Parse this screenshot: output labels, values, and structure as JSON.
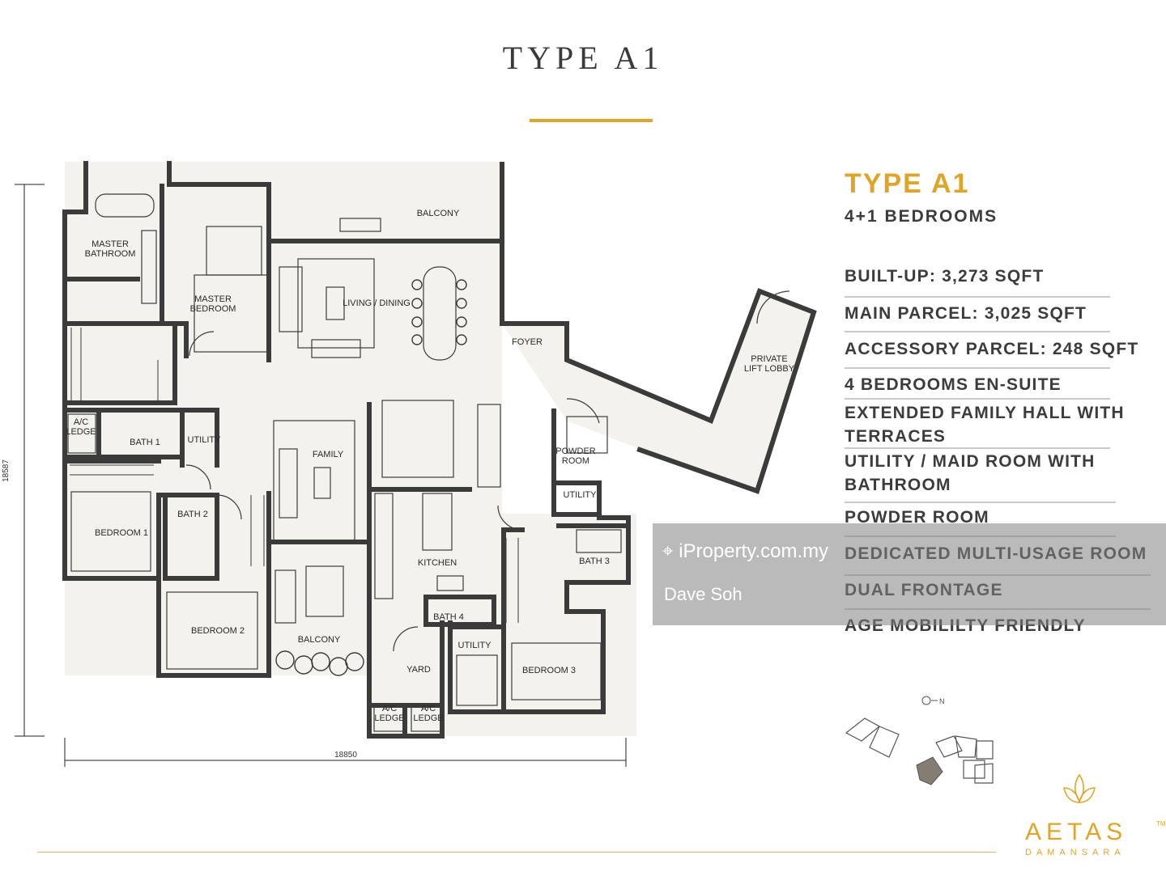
{
  "header": {
    "title": "TYPE A1"
  },
  "plan": {
    "rooms": {
      "master_bathroom": "MASTER\nBATHROOM",
      "master_bedroom": "MASTER\nBEDROOM",
      "balcony_top": "BALCONY",
      "living_dining": "LIVING / DINING",
      "foyer": "FOYER",
      "private_lift_lobby": "PRIVATE\nLIFT LOBBY",
      "ac_ledge_left": "A/C\nLEDGE",
      "bath1": "BATH 1",
      "utility_left": "UTILITY",
      "family": "FAMILY",
      "powder_room": "POWDER\nROOM",
      "utility_right": "UTILITY",
      "bedroom1": "BEDROOM 1",
      "bath2": "BATH 2",
      "kitchen": "KITCHEN",
      "bath3": "BATH 3",
      "bedroom2": "BEDROOM 2",
      "bath4": "BATH 4",
      "balcony_bottom": "BALCONY",
      "utility_bottom": "UTILITY",
      "yard": "YARD",
      "bedroom3": "BEDROOM 3",
      "ac_ledge_b1": "A/C\nLEDGE",
      "ac_ledge_b2": "A/C\nLEDGE"
    },
    "dim_vertical": "18587",
    "dim_horizontal": "18850"
  },
  "panel": {
    "title": "TYPE A1",
    "subtitle": "4+1 BEDROOMS",
    "features": [
      "BUILT-UP: 3,273 SQFT",
      "MAIN PARCEL: 3,025 SQFT",
      "ACCESSORY PARCEL: 248 SQFT",
      "4 BEDROOMS EN-SUITE",
      "EXTENDED FAMILY HALL WITH\nTERRACES",
      "UTILITY / MAID ROOM WITH\nBATHROOM",
      "POWDER ROOM",
      "DEDICATED MULTI-USAGE ROOM",
      "DUAL FRONTAGE",
      "AGE MOBILILTY FRIENDLY"
    ]
  },
  "watermark": {
    "site": "iProperty.com.my",
    "agent": "Dave Soh"
  },
  "brand": {
    "name": "AETAS",
    "tm": "TM",
    "sub": "DAMANSARA"
  },
  "compass": {
    "label": "N"
  },
  "colors": {
    "accent": "#e0a526",
    "wall": "#3b3b3b",
    "floor": "#f3f2ec",
    "text": "#3c3c3c"
  }
}
